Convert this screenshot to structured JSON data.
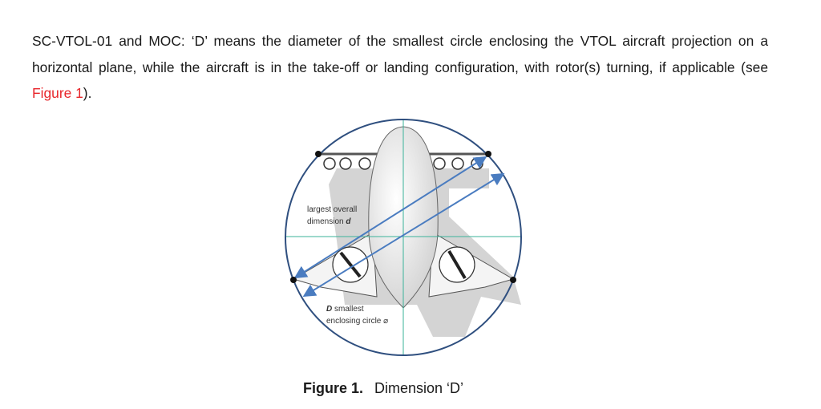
{
  "paragraph": {
    "text_before": "SC-VTOL-01 and MOC: ‘D’ means the diameter of the smallest circle enclosing the VTOL aircraft projection on a horizontal plane, while the aircraft is in the take-off or landing configuration, with rotor(s) turning, if applicable (see ",
    "link": "Figure 1",
    "text_after": ")."
  },
  "figure": {
    "label_d_line1": "largest overall",
    "label_d_line2_prefix": "dimension ",
    "label_d_line2_symbol": "d",
    "label_D_symbol": "D",
    "label_D_line1_suffix": " smallest",
    "label_D_line2": "enclosing circle ⌀",
    "caption_number": "Figure 1.",
    "caption_title": "Dimension ‘D’"
  },
  "colors": {
    "link": "#e8262b",
    "circle": "#2f4f7f",
    "arrow": "#4a7cc0",
    "crosshair": "#3bb39a"
  }
}
